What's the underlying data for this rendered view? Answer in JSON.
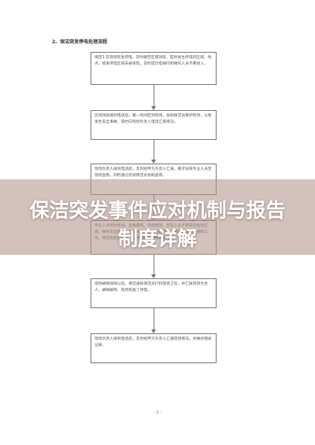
{
  "document": {
    "section_title": "2、保洁突发停电处理流程",
    "steps": [
      "保洁1.在现场突发停电，及时报告区域领班，提供发生停电的区域、地点，如发停电区域未被发现，及时提示电梯内和楼内人员不要进入。",
      "区域领班接到电话后，第一时间赶到现场，协助保洁员看护现场，以免发生安全事故，同时向现场负责人电话汇报情况。",
      "现场负责人接到电话后，及时给甲方负责人汇报，要求安排专业人员至现场查看，同时通过巡视保洁员协助查询。",
      "专业人员到达现场，查看漏电、停电原因，告知人员不要靠近危险区域，做好安全防护，如有人受伤及时送医救治，做好现场安全保障工作，保洁员配合处理，提供照明、疏导人员等。",
      "现场故障排除以后，保洁通知保洁员打扫现场卫生，并汇报现场负责人，故障解除，现场恢复了供电。",
      "现场负责人接到电话后，及时给甲方负责人汇报现场情况，并做好相关记录。"
    ],
    "page_number": "- 2 -"
  },
  "banner": {
    "line1": "保洁突发事件应对机制与报告",
    "line2": "制度详解"
  }
}
